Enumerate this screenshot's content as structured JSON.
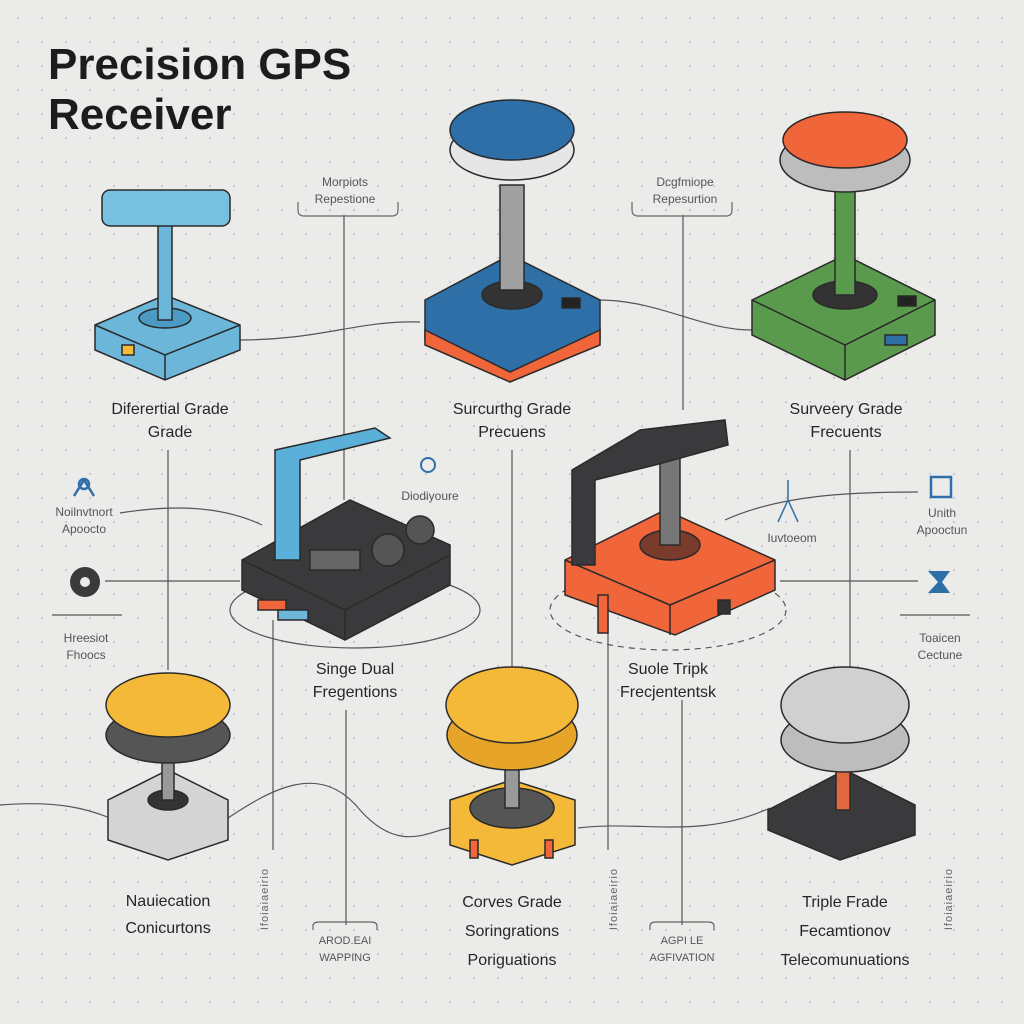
{
  "title": {
    "line1": "Precision GPS",
    "line2": "Receiver"
  },
  "top_callouts": [
    {
      "line1": "Morpiots",
      "line2": "Repestione"
    },
    {
      "line1": "Dcgfmiope",
      "line2": "Repesurtion"
    }
  ],
  "devices": [
    {
      "line1": "Diferertial Grade",
      "line2": "Grade"
    },
    {
      "line1": "Surcurthg Grade",
      "line2": "Precuens"
    },
    {
      "line1": "Surveery Grade",
      "line2": "Frecuents"
    },
    {
      "line1": "Singe Dual",
      "line2": "Fregentions"
    },
    {
      "line1": "Suole Tripk",
      "line2": "Frecjententsk"
    },
    {
      "line1": "Nauiecation",
      "line2": "Conicurtons"
    },
    {
      "line1": "Corves Grade",
      "line2": "Soringrations",
      "line3": "Poriguations"
    },
    {
      "line1": "Triple Frade",
      "line2": "Fecamtionov",
      "line3": "Telecomunuations"
    }
  ],
  "side_labels": {
    "left_top": {
      "line1": "Noilnvtnort",
      "line2": "Apoocto"
    },
    "left_bottom": {
      "line1": "Hreesiot",
      "line2": "Fhoocs"
    },
    "center": "Diodiyoure",
    "right_mid": "Iuvtoeom",
    "right_top": {
      "line1": "Unith",
      "line2": "Apooctun"
    },
    "right_bottom": {
      "line1": "Toaicen",
      "line2": "Cectune"
    }
  },
  "bottom_callouts": [
    {
      "line1": "AROD.EAI",
      "line2": "WAPPING"
    },
    {
      "line1": "AGPI LE",
      "line2": "AGFIVATION"
    }
  ],
  "vertical_labels": [
    "Ifoiaiaeirio",
    "Ifoiaiaeirio",
    "Ifoiaiaeirio"
  ],
  "colors": {
    "blue": "#2f6fa8",
    "light_blue": "#6bb6d9",
    "orange": "#f0653a",
    "green": "#5a9a4c",
    "yellow": "#f5b93a",
    "dark": "#3a3a3c",
    "gray": "#c9c9c9"
  }
}
